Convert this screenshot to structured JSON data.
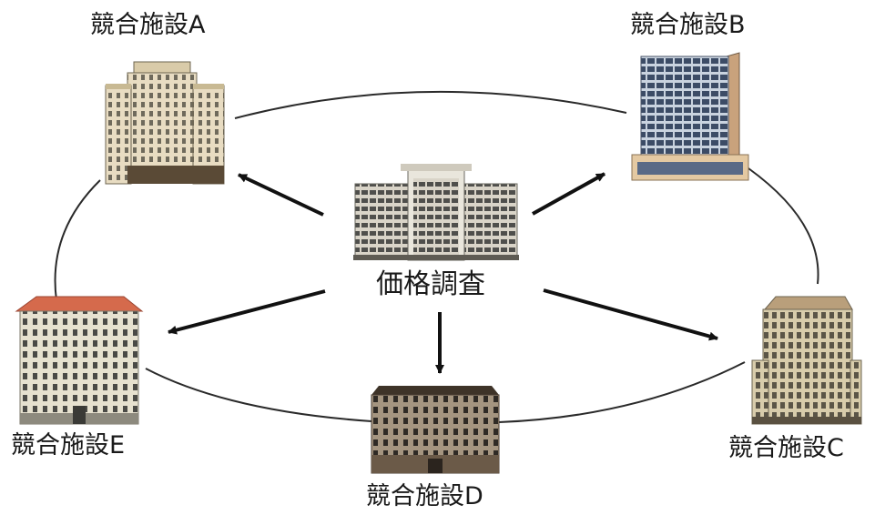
{
  "center": {
    "label": "価格調査"
  },
  "facilities": [
    {
      "id": "A",
      "label": "競合施設A"
    },
    {
      "id": "B",
      "label": "競合施設B"
    },
    {
      "id": "C",
      "label": "競合施設C"
    },
    {
      "id": "D",
      "label": "競合施設D"
    },
    {
      "id": "E",
      "label": "競合施設E"
    }
  ],
  "colors": {
    "ring": "#2a2a2a",
    "arrow": "#111111",
    "building_a": "#e8dcc2",
    "building_b": "#7f8fa8",
    "building_c": "#d8ccab",
    "building_d": "#8c7d6c",
    "building_e": "#e6e1cf",
    "roof_e": "#d56a4c"
  }
}
